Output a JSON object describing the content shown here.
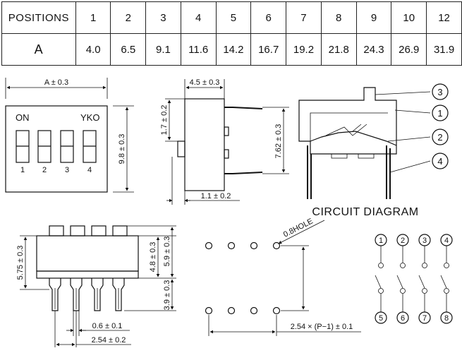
{
  "table": {
    "header_label": "POSITIONS",
    "row_label": "A",
    "positions": [
      "1",
      "2",
      "3",
      "4",
      "5",
      "6",
      "7",
      "8",
      "9",
      "10",
      "12"
    ],
    "a_values": [
      "4.0",
      "6.5",
      "9.1",
      "11.6",
      "14.2",
      "16.7",
      "19.2",
      "21.8",
      "24.3",
      "26.9",
      "31.9"
    ]
  },
  "top_view": {
    "width_dim": "A ± 0.3",
    "height_dim": "9.8 ± 0.3",
    "on_label": "ON",
    "brand_label": "YKO",
    "switch_numbers": [
      "1",
      "2",
      "3",
      "4"
    ]
  },
  "side_view": {
    "width_dim": "4.5 ± 0.3",
    "top_dim": "1.7 ± 0.2",
    "pin_span_dim": "7.62 ± 0.3",
    "offset_dim": "1.1 ± 0.2"
  },
  "section_view": {
    "callouts": [
      "3",
      "1",
      "2",
      "4"
    ]
  },
  "front_view": {
    "overall_dim": "5.75 ± 0.3",
    "body_dim": "4.8 ± 0.3",
    "total_dim": "5.9 ± 0.3",
    "pin_dim": "3.9 ± 0.3",
    "pin_width_dim": "0.6 ± 0.1",
    "pitch_dim": "2.54 ± 0.2"
  },
  "footprint": {
    "hole_label": "0.8HOLE",
    "pitch_formula": "2.54 × (P−1) ± 0.1"
  },
  "circuit": {
    "title": "CIRCUIT DIAGRAM",
    "top_pins": [
      "1",
      "2",
      "3",
      "4"
    ],
    "bottom_pins": [
      "5",
      "6",
      "7",
      "8"
    ]
  }
}
